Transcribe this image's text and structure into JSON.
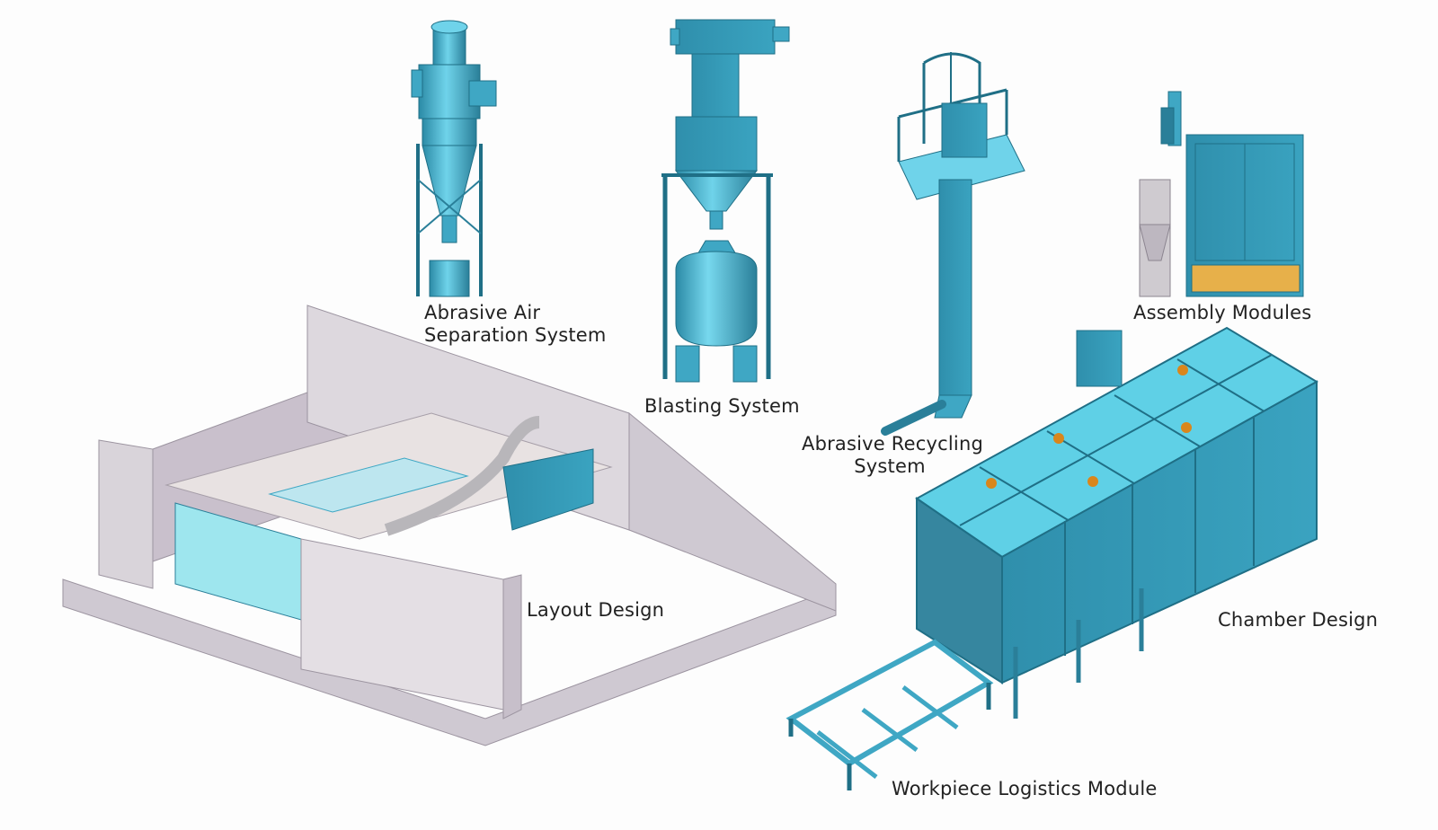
{
  "labels": {
    "air_separation": [
      "Abrasive Air",
      "Separation System"
    ],
    "blasting": "Blasting System",
    "recycling": [
      "Abrasive Recycling",
      "System"
    ],
    "assembly": "Assembly Modules",
    "layout": "Layout Design",
    "chamber": "Chamber Design",
    "logistics": "Workpiece Logistics Module"
  },
  "colors": {
    "equipment": "#3fa7c4",
    "equipment_dark": "#1f6f86",
    "equipment_light": "#6fd3ea",
    "wall": "#d9d4da",
    "wall_dark": "#b5aab8"
  }
}
